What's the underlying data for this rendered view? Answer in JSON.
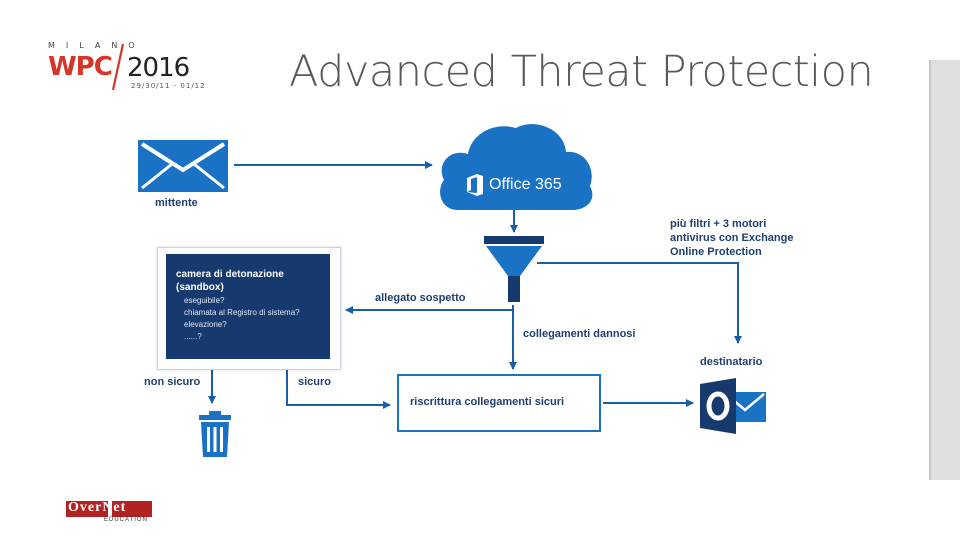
{
  "header": {
    "logo_city": "MILANO",
    "logo_brand": "WPC",
    "logo_year": "2016",
    "logo_dates": "29/30/11 - 01/12"
  },
  "slide": {
    "title": "Advanced Threat Protection"
  },
  "diagram": {
    "sender_label": "mittente",
    "cloud_label": "Office 365",
    "filters_label": [
      "più filtri + 3 motori",
      "antivirus con Exchange",
      "Online Protection"
    ],
    "sandbox_title": [
      "camera di detonazione",
      "(sandbox)"
    ],
    "sandbox_lines": [
      "eseguibile?",
      "chiamata al Registro di sistema?",
      "elevazione?",
      "......?"
    ],
    "suspicious_attachment_label": "allegato sospetto",
    "harmful_links_label": "collegamenti dannosi",
    "recipient_label": "destinatario",
    "unsafe_label": "non sicuro",
    "safe_label": "sicuro",
    "rewrite_label": "riscrittura collegamenti sicuri"
  },
  "footer": {
    "logo_text": "OverNet",
    "logo_sub": "EDUCATION"
  },
  "colors": {
    "accent_blue": "#1a72c4",
    "dark_navy": "#173a6e",
    "wpc_red": "#d4362a"
  },
  "icons": [
    "envelope-icon",
    "cloud-icon",
    "office-logo-icon",
    "funnel-icon",
    "outlook-icon",
    "trash-icon"
  ]
}
